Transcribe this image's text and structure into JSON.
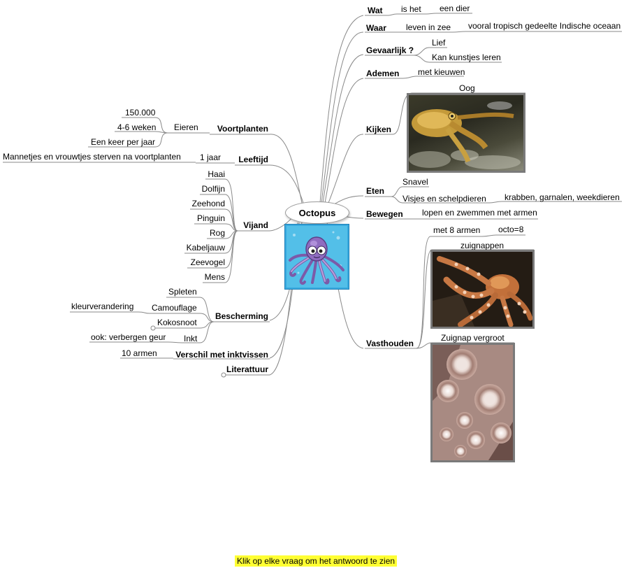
{
  "center": {
    "label": "Octopus"
  },
  "right": {
    "wat": {
      "label": "Wat",
      "sub": "is het",
      "answer": "een dier"
    },
    "waar": {
      "label": "Waar",
      "sub": "leven in zee",
      "answer": "vooral tropisch gedeelte Indische oceaan"
    },
    "gevaarlijk": {
      "label": "Gevaarlijk ?",
      "items": [
        "Lief",
        "Kan kunstjes leren"
      ]
    },
    "ademen": {
      "label": "Ademen",
      "answer": "met kieuwen"
    },
    "kijken": {
      "label": "Kijken",
      "image_caption": "Oog"
    },
    "eten": {
      "label": "Eten",
      "items": [
        "Snavel",
        "Visjes en schelpdieren"
      ],
      "detail": "krabben, garnalen, weekdieren"
    },
    "bewegen": {
      "label": "Bewegen",
      "answer": "lopen en zwemmen met armen"
    },
    "vasthouden": {
      "label": "Vasthouden",
      "arms": "met 8 armen",
      "arms_note": "octo=8",
      "caption1": "zuignappen",
      "caption2": "Zuignap vergroot"
    }
  },
  "left": {
    "voortplanten": {
      "label": "Voortplanten",
      "sub": "Eieren",
      "items": [
        "150.000",
        "4-6 weken",
        "Een keer per jaar"
      ]
    },
    "leeftijd": {
      "label": "Leeftijd",
      "sub": "1 jaar",
      "note": "Mannetjes en vrouwtjes sterven na voortplanten"
    },
    "vijand": {
      "label": "Vijand",
      "items": [
        "Haai",
        "Dolfijn",
        "Zeehond",
        "Pinguin",
        "Rog",
        "Kabeljauw",
        "Zeevogel",
        "Mens"
      ]
    },
    "bescherming": {
      "label": "Bescherming",
      "items": [
        "Spleten",
        "Camouflage",
        "Kokosnoot",
        "Inkt"
      ],
      "camouflage_note": "kleurverandering",
      "inkt_note": "ook: verbergen geur"
    },
    "verschil": {
      "label": "Verschil met inktvissen",
      "answer": "10 armen"
    },
    "literatuur": {
      "label": "Literattuur"
    }
  },
  "footer": {
    "hint": "Klik op elke vraag om het antwoord te zien"
  },
  "colors": {
    "line": "#7f7f7f",
    "hint_bg": "#ffff33",
    "frame": "#7a7a7a"
  }
}
